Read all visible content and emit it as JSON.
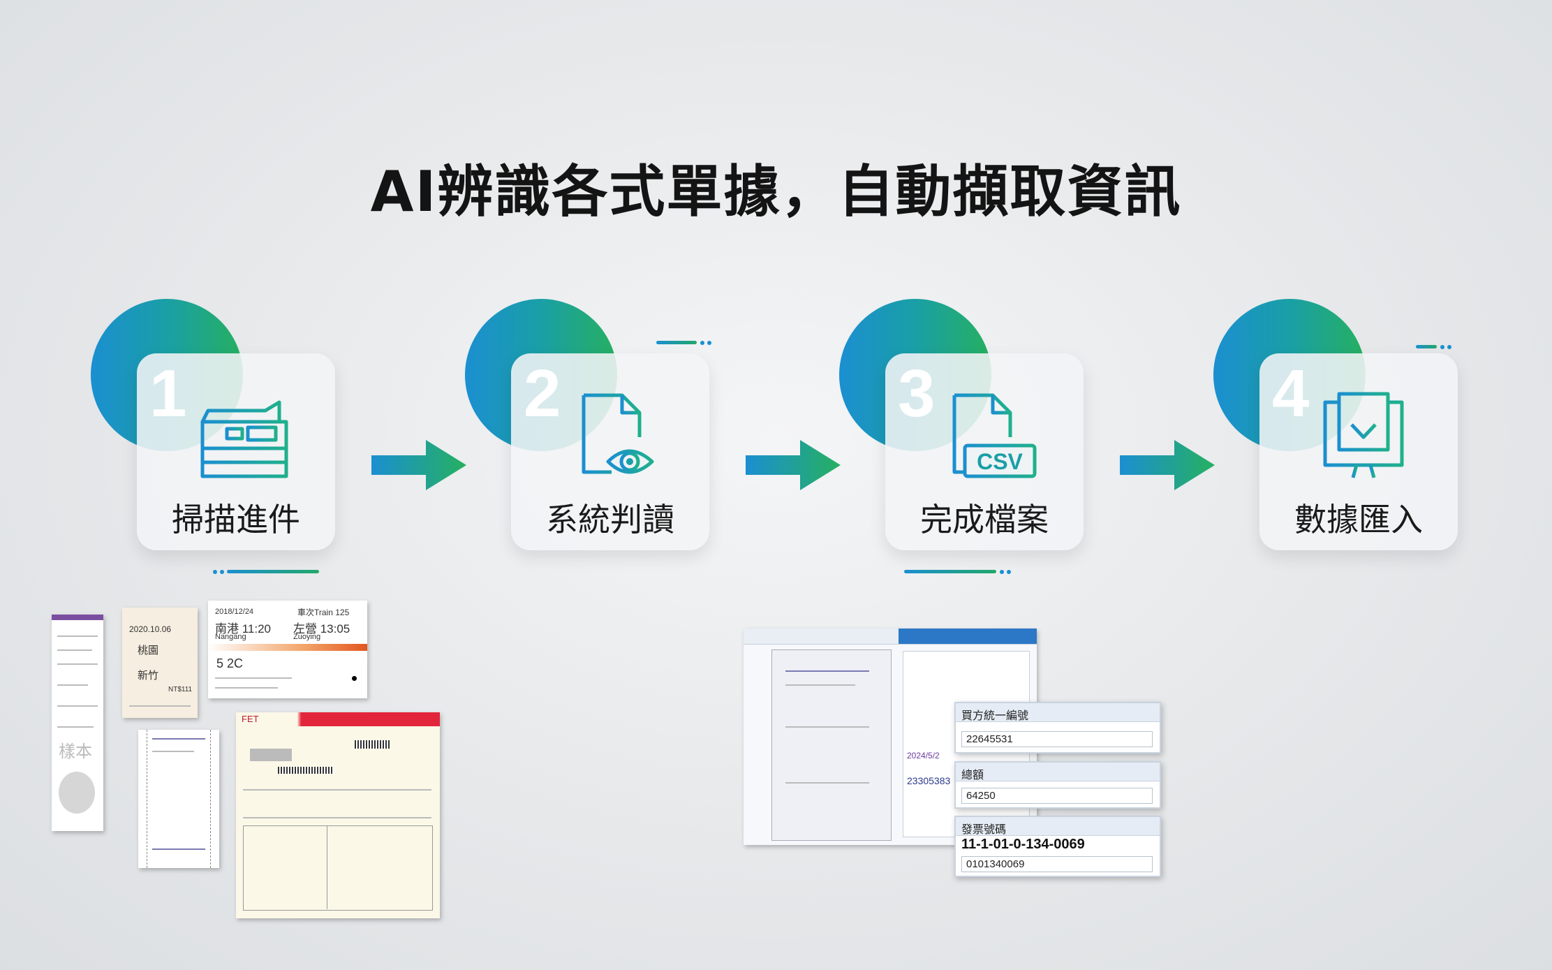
{
  "title": "AI辨識各式單據，自動擷取資訊",
  "steps": [
    {
      "number": "1",
      "label": "掃描進件",
      "icon": "copier-scanner-icon"
    },
    {
      "number": "2",
      "label": "系統判讀",
      "icon": "document-eye-icon"
    },
    {
      "number": "3",
      "label": "完成檔案",
      "icon": "csv-file-icon"
    },
    {
      "number": "4",
      "label": "數據匯入",
      "icon": "monitor-download-icon"
    }
  ],
  "csv_text": "CSV",
  "colors": {
    "blue": "#1b8fd1",
    "teal": "#1a9fa6",
    "green": "#26b060"
  },
  "receipts": {
    "ticket": {
      "date": "2018/12/24",
      "train": "車次Train 125",
      "from_time": "南港 11:20",
      "to_time": "左營 13:05",
      "from_en": "Nangang",
      "to_en": "Zuoying",
      "car_seat": "5  2C"
    },
    "stamp": "樣本",
    "small_ticket": {
      "date": "2020.10.06",
      "from": "桃園",
      "to": "新竹",
      "price": "NT$111"
    },
    "telecom": {
      "brand": "FET"
    }
  },
  "extraction": {
    "fields": [
      {
        "label": "買方統一編號",
        "value": "22645531"
      },
      {
        "label": "總額",
        "value": "64250"
      },
      {
        "label": "發票號碼",
        "big": "11-1-01-0-134-0069",
        "value": "0101340069"
      }
    ],
    "side_values": [
      "23305383",
      "2024/5/2"
    ]
  }
}
